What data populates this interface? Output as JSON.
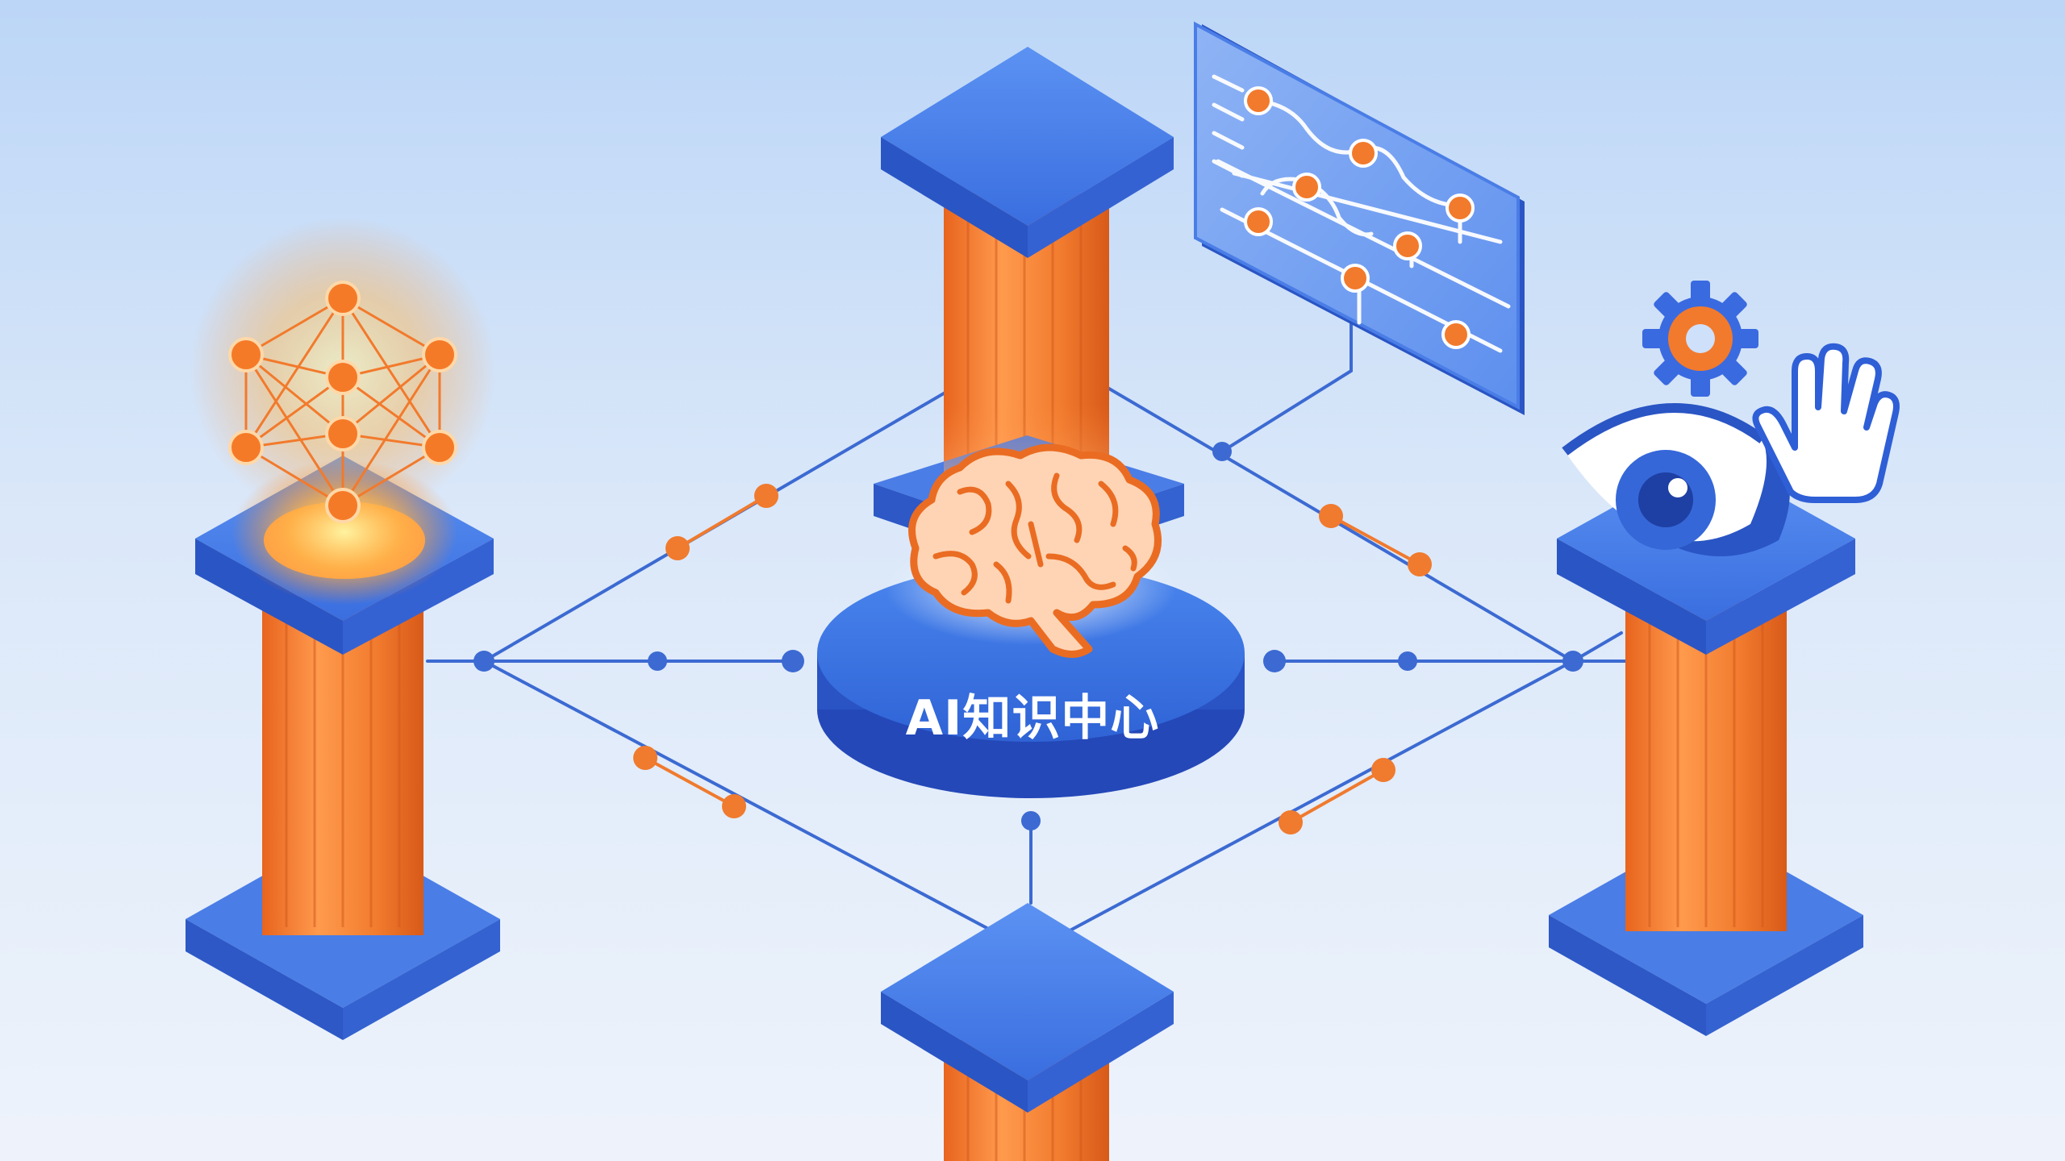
{
  "hub": {
    "label": "AI知识中心",
    "icon": "brain-icon"
  },
  "pillars": [
    {
      "id": "left",
      "icon": "neural-network-icon"
    },
    {
      "id": "top",
      "icon": "none"
    },
    {
      "id": "right",
      "icon": "eye-icon"
    },
    {
      "id": "bottom",
      "icon": "none"
    }
  ],
  "panel": {
    "icon": "workflow-chart-icon"
  },
  "extra_icons": [
    "gear-icon",
    "hand-icon"
  ],
  "colors": {
    "primary_blue": "#3b6fe0",
    "dark_blue": "#2448b8",
    "orange": "#f07a2e",
    "light_orange": "#ffb27a",
    "background": "#dbe8f9"
  }
}
